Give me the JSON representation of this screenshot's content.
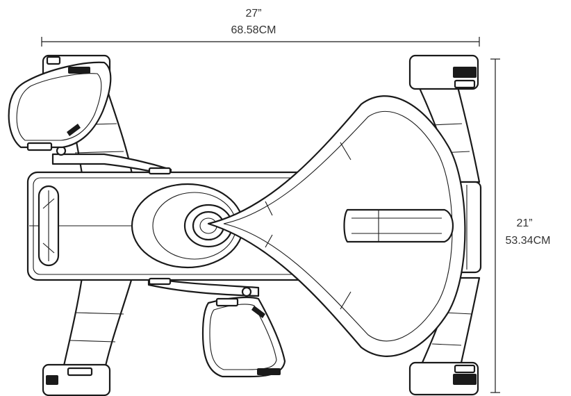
{
  "dimensions": {
    "width_in": "27”",
    "width_cm": "68.58CM",
    "height_in": "21”",
    "height_cm": "53.34CM"
  },
  "colors": {
    "line": "#1a1a1a",
    "label": "#333333",
    "background": "#ffffff"
  }
}
